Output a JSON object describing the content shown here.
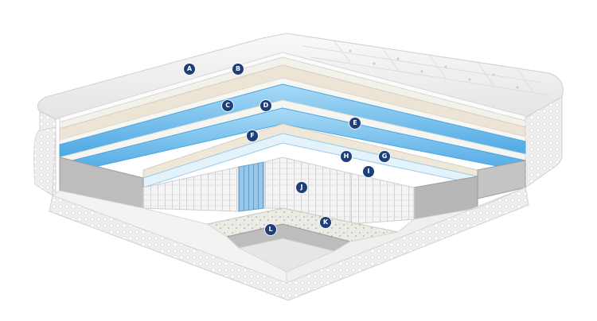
{
  "image": {
    "subject": "mattress cutaway",
    "colors": {
      "background": "#ffffff",
      "quilt": "#f2f2f2",
      "cover_border": "#eaeaea",
      "foam_cream": "#ece5d6",
      "foam_white": "#f7f7f4",
      "gel_blue": "#7cc3ee",
      "gel_blue_dark": "#4aa7e3",
      "support_gray": "#b9b9b9",
      "support_dark": "#8f8f8f",
      "coil_white": "#f4f4f4",
      "coil_blue": "#8bbce0",
      "callout": "#1f3f7a"
    }
  },
  "callouts": [
    {
      "key": "A",
      "label": "A"
    },
    {
      "key": "B",
      "label": "B"
    },
    {
      "key": "C",
      "label": "C"
    },
    {
      "key": "D",
      "label": "D"
    },
    {
      "key": "E",
      "label": "E"
    },
    {
      "key": "F",
      "label": "F"
    },
    {
      "key": "G",
      "label": "G"
    },
    {
      "key": "H",
      "label": "H"
    },
    {
      "key": "I",
      "label": "I"
    },
    {
      "key": "J",
      "label": "J"
    },
    {
      "key": "K",
      "label": "K"
    },
    {
      "key": "L",
      "label": "L"
    }
  ]
}
